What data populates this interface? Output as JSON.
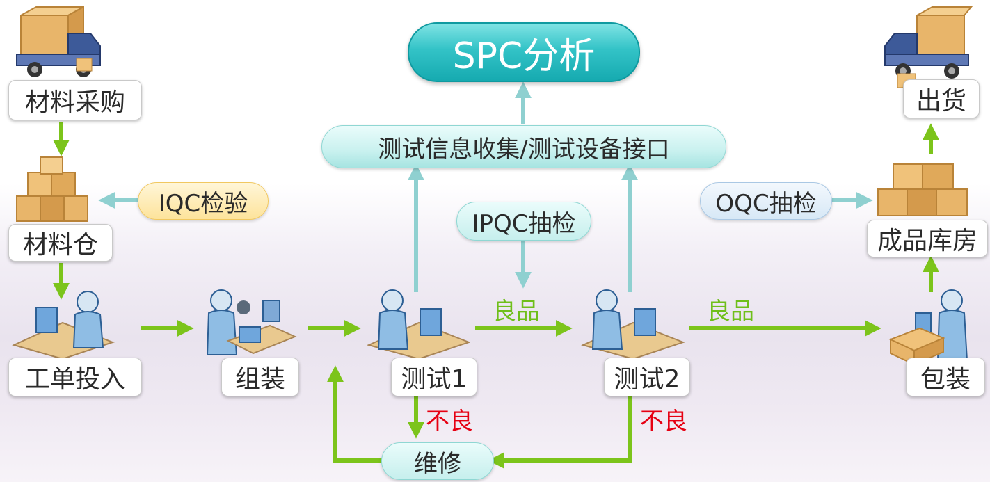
{
  "nodes": {
    "material_purchase": "材料采购",
    "material_warehouse": "材料仓",
    "work_order_input": "工单投入",
    "assembly": "组装",
    "test1": "测试1",
    "test2": "测试2",
    "repair": "维修",
    "packaging": "包装",
    "finished_warehouse": "成品库房",
    "shipment": "出货"
  },
  "qc": {
    "iqc": "IQC检验",
    "ipqc": "IPQC抽检",
    "oqc": "OQC抽检"
  },
  "data_collection": "测试信息收集/测试设备接口",
  "spc": "SPC分析",
  "edge_labels": {
    "good1": "良品",
    "good2": "良品",
    "bad1": "不良",
    "bad2": "不良"
  },
  "colors": {
    "green_arrow": "#7cc41b",
    "teal_arrow": "#8fd0d0",
    "red_text": "#e60012",
    "spc_fill": "#1fb3b8"
  },
  "icons": [
    "truck-icon",
    "boxes-icon",
    "worker-computer-icon",
    "assembly-worker-icon",
    "packaging-worker-icon"
  ]
}
